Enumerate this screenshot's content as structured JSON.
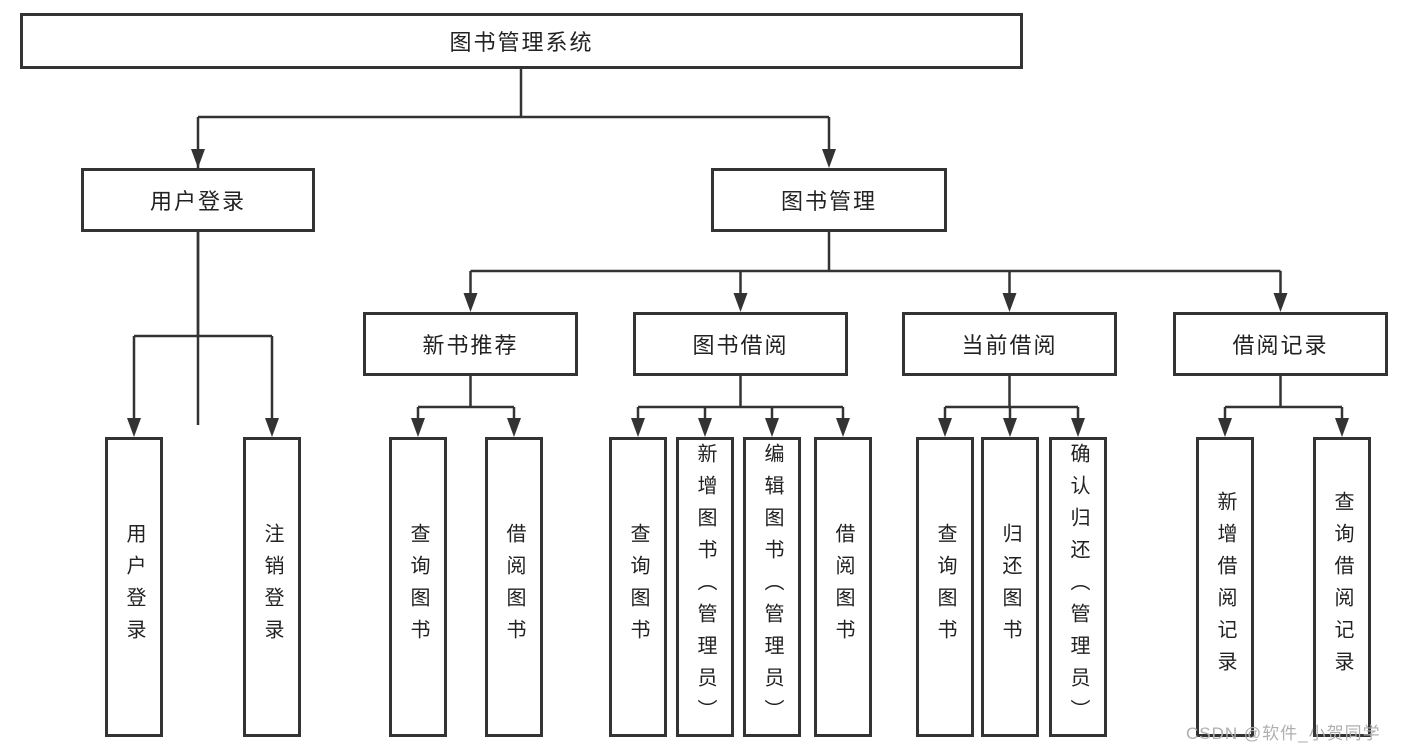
{
  "diagram": {
    "title": {
      "label": "图书管理系统"
    },
    "level2": [
      {
        "label": "用户登录"
      },
      {
        "label": "图书管理"
      }
    ],
    "level3": [
      {
        "label": "新书推荐",
        "parent": "图书管理"
      },
      {
        "label": "图书借阅",
        "parent": "图书管理"
      },
      {
        "label": "当前借阅",
        "parent": "图书管理"
      },
      {
        "label": "借阅记录",
        "parent": "图书管理"
      }
    ],
    "leaves": [
      {
        "label": "用户登录",
        "parent": "用户登录"
      },
      {
        "label": "注销登录",
        "parent": "用户登录"
      },
      {
        "label": "查询图书",
        "parent": "新书推荐"
      },
      {
        "label": "借阅图书",
        "parent": "新书推荐"
      },
      {
        "label": "查询图书",
        "parent": "图书借阅"
      },
      {
        "label": "新增图书（管理员）",
        "parent": "图书借阅"
      },
      {
        "label": "编辑图书（管理员）",
        "parent": "图书借阅"
      },
      {
        "label": "借阅图书",
        "parent": "图书借阅"
      },
      {
        "label": "查询图书",
        "parent": "当前借阅"
      },
      {
        "label": "归还图书",
        "parent": "当前借阅"
      },
      {
        "label": "确认归还（管理员）",
        "parent": "当前借阅"
      },
      {
        "label": "新增借阅记录",
        "parent": "借阅记录"
      },
      {
        "label": "查询借阅记录",
        "parent": "借阅记录"
      }
    ]
  },
  "watermark": {
    "text": "CSDN @软件_小贺同学"
  },
  "colors": {
    "line": "#333333",
    "box_border": "#333333",
    "text": "#222222",
    "watermark": "#afafaf",
    "background": "#ffffff"
  }
}
